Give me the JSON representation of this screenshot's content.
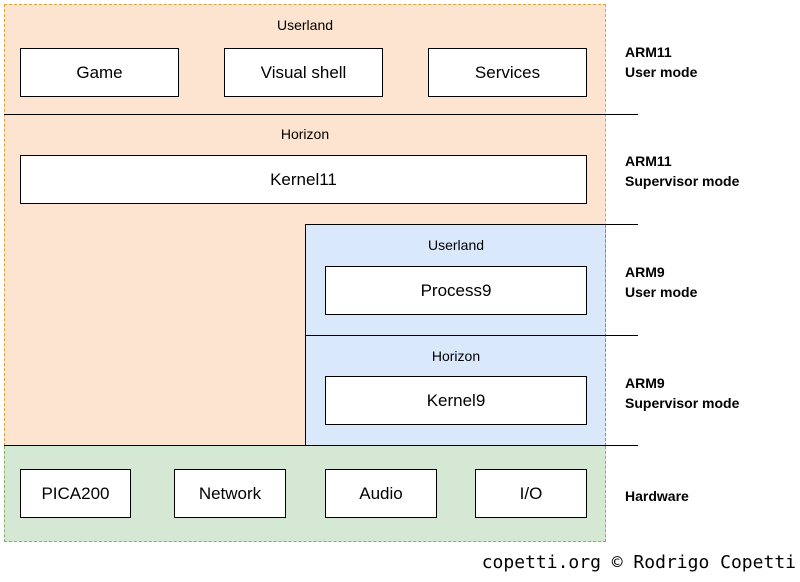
{
  "colors": {
    "orange_fill": "#fce4d0",
    "orange_border": "#e0a33a",
    "blue_fill": "#dae8fc",
    "blue_border": "#6c8ebf",
    "green_fill": "#d5e8d4",
    "green_border": "#82b366"
  },
  "arm11": {
    "user_section": {
      "title": "Userland",
      "boxes": [
        "Game",
        "Visual shell",
        "Services"
      ]
    },
    "supervisor_section": {
      "title": "Horizon",
      "box": "Kernel11"
    }
  },
  "arm9": {
    "user_section": {
      "title": "Userland",
      "box": "Process9"
    },
    "supervisor_section": {
      "title": "Horizon",
      "box": "Kernel9"
    }
  },
  "hardware": {
    "boxes": [
      "PICA200",
      "Network",
      "Audio",
      "I/O"
    ]
  },
  "mode_labels": [
    {
      "line1": "ARM11",
      "line2": "User mode"
    },
    {
      "line1": "ARM11",
      "line2": "Supervisor mode"
    },
    {
      "line1": "ARM9",
      "line2": "User mode"
    },
    {
      "line1": "ARM9",
      "line2": "Supervisor mode"
    },
    {
      "line1": "Hardware",
      "line2": ""
    }
  ],
  "credit": "copetti.org © Rodrigo Copetti"
}
